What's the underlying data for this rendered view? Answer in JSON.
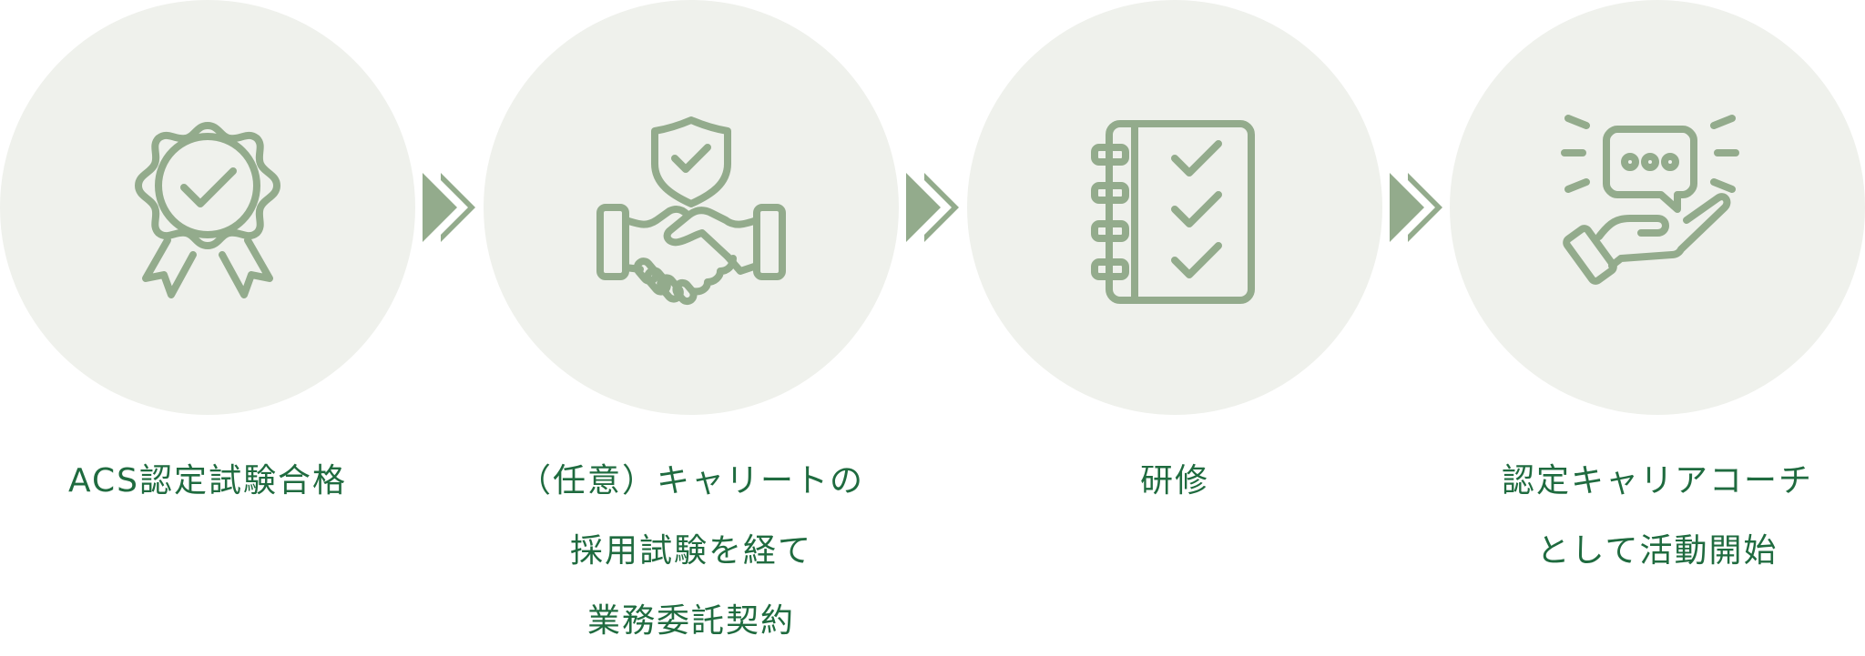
{
  "steps": [
    {
      "icon": "award-ribbon-check-icon",
      "lines": [
        "ACS認定試験合格"
      ]
    },
    {
      "icon": "handshake-shield-icon",
      "lines": [
        "（任意）キャリートの",
        "採用試験を経て",
        "業務委託契約"
      ]
    },
    {
      "icon": "checklist-notebook-icon",
      "lines": [
        "研修"
      ]
    },
    {
      "icon": "hand-speech-bubble-icon",
      "lines": [
        "認定キャリアコーチ",
        "として活動開始"
      ]
    }
  ],
  "colors": {
    "circle_fill": "#eff1ec",
    "icon_stroke": "#93ab8c",
    "arrow_fill": "#93ab8c",
    "text": "#1f6b3f"
  }
}
